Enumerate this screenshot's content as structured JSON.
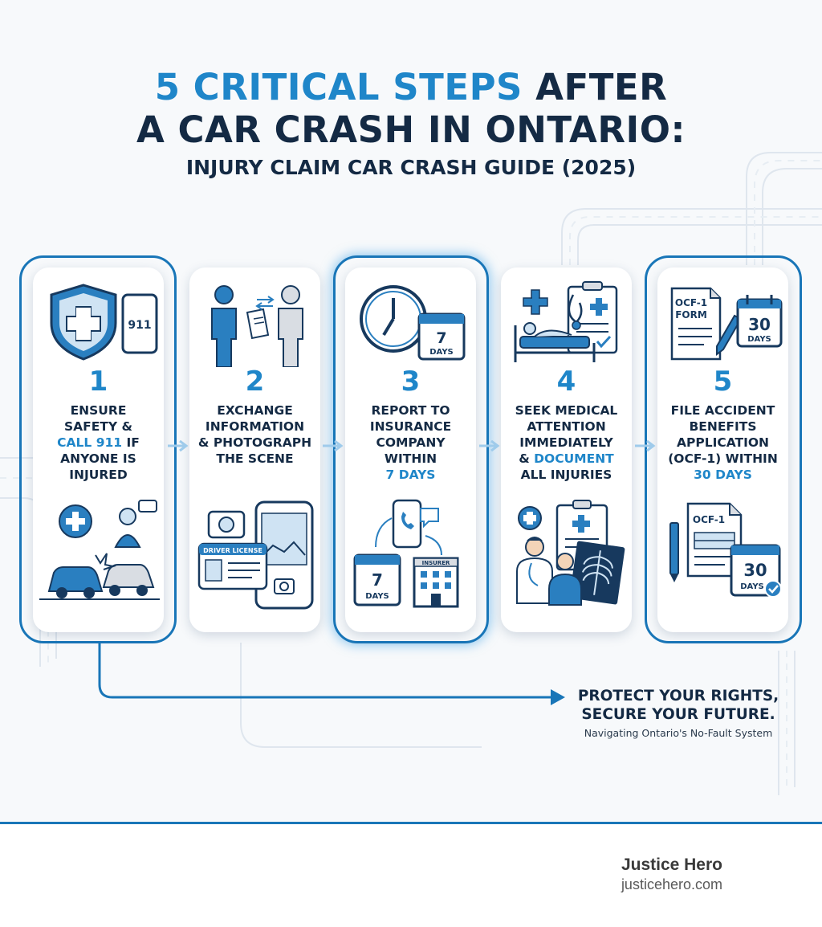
{
  "header": {
    "title_accent": "5 CRITICAL STEPS",
    "title_rest": " AFTER",
    "title_line2": "A CAR CRASH IN ONTARIO:",
    "subtitle": "INJURY CLAIM CAR CRASH GUIDE (2025)"
  },
  "steps": [
    {
      "number": "1",
      "lines": [
        {
          "parts": [
            {
              "text": "ENSURE",
              "hl": false
            }
          ]
        },
        {
          "parts": [
            {
              "text": "SAFETY &",
              "hl": false
            }
          ]
        },
        {
          "parts": [
            {
              "text": "CALL 911",
              "hl": true
            },
            {
              "text": " IF",
              "hl": false
            }
          ]
        },
        {
          "parts": [
            {
              "text": "ANYONE IS",
              "hl": false
            }
          ]
        },
        {
          "parts": [
            {
              "text": "INJURED",
              "hl": false
            }
          ]
        }
      ],
      "icon_top": "shield-medical-icon",
      "icon_top_text": "911",
      "icon_bottom": "car-collision-icon"
    },
    {
      "number": "2",
      "lines": [
        {
          "parts": [
            {
              "text": "EXCHANGE",
              "hl": false
            }
          ]
        },
        {
          "parts": [
            {
              "text": "INFORMATION",
              "hl": false
            }
          ]
        },
        {
          "parts": [
            {
              "text": "& PHOTOGRAPH",
              "hl": false
            }
          ]
        },
        {
          "parts": [
            {
              "text": "THE SCENE",
              "hl": false
            }
          ]
        }
      ],
      "icon_top": "people-exchange-icon",
      "icon_bottom": "license-camera-icon",
      "icon_bottom_text": "DRIVER LICENSE"
    },
    {
      "number": "3",
      "lines": [
        {
          "parts": [
            {
              "text": "REPORT TO",
              "hl": false
            }
          ]
        },
        {
          "parts": [
            {
              "text": "INSURANCE",
              "hl": false
            }
          ]
        },
        {
          "parts": [
            {
              "text": "COMPANY",
              "hl": false
            }
          ]
        },
        {
          "parts": [
            {
              "text": "WITHIN",
              "hl": false
            }
          ]
        },
        {
          "parts": [
            {
              "text": "7 DAYS",
              "hl": true
            }
          ]
        }
      ],
      "icon_top": "clock-calendar-icon",
      "icon_top_text": [
        "7",
        "DAYS"
      ],
      "icon_bottom": "phone-insurer-icon",
      "icon_bottom_text": [
        "7",
        "DAYS",
        "INSURER"
      ]
    },
    {
      "number": "4",
      "lines": [
        {
          "parts": [
            {
              "text": "SEEK MEDICAL",
              "hl": false
            }
          ]
        },
        {
          "parts": [
            {
              "text": "ATTENTION",
              "hl": false
            }
          ]
        },
        {
          "parts": [
            {
              "text": "IMMEDIATELY",
              "hl": false
            }
          ]
        },
        {
          "parts": [
            {
              "text": "& ",
              "hl": false
            },
            {
              "text": "DOCUMENT",
              "hl": true
            }
          ]
        },
        {
          "parts": [
            {
              "text": "ALL INJURIES",
              "hl": false
            }
          ]
        }
      ],
      "icon_top": "hospital-bed-icon",
      "icon_bottom": "doctor-xray-icon"
    },
    {
      "number": "5",
      "lines": [
        {
          "parts": [
            {
              "text": "FILE ACCIDENT",
              "hl": false
            }
          ]
        },
        {
          "parts": [
            {
              "text": "BENEFITS",
              "hl": false
            }
          ]
        },
        {
          "parts": [
            {
              "text": "APPLICATION",
              "hl": false
            }
          ]
        },
        {
          "parts": [
            {
              "text": "(OCF-1) WITHIN",
              "hl": false
            }
          ]
        },
        {
          "parts": [
            {
              "text": "30 DAYS",
              "hl": true
            }
          ]
        }
      ],
      "icon_top": "ocf1-form-icon",
      "icon_top_text": [
        "OCF-1",
        "FORM",
        "30",
        "DAYS"
      ],
      "icon_bottom": "ocf1-calendar-icon",
      "icon_bottom_text": [
        "OCF-1",
        "30",
        "DAYS"
      ]
    }
  ],
  "tagline": {
    "line1": "PROTECT YOUR RIGHTS,",
    "line2": "SECURE YOUR FUTURE.",
    "sub": "Navigating Ontario's No-Fault System"
  },
  "footer": {
    "brand": "Justice Hero",
    "url": "justicehero.com"
  },
  "colors": {
    "accent": "#1f86c9",
    "frame": "#1976b8",
    "navy": "#142a44",
    "icon_dark": "#17395e",
    "icon_blue": "#2a7fc0"
  }
}
